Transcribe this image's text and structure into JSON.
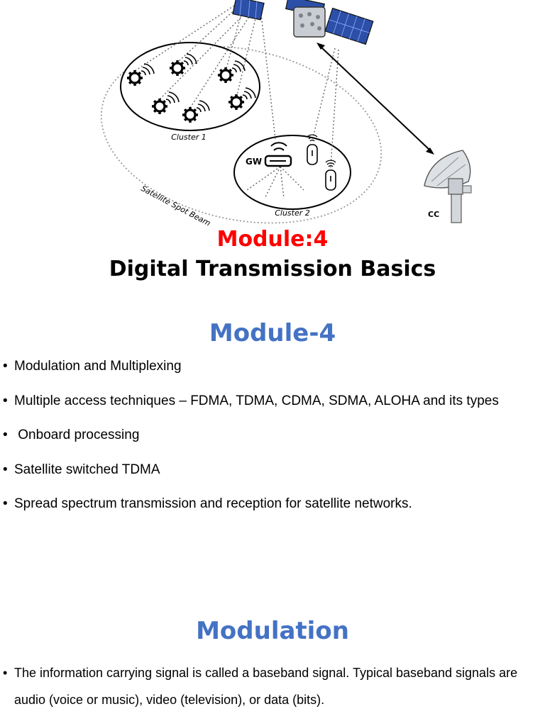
{
  "figure": {
    "cluster1_label": "Cluster 1",
    "cluster2_label": "Cluster 2",
    "gw_label": "GW",
    "cc_label": "CC",
    "beam_label": "Satellite Spot Beam"
  },
  "slide1": {
    "module_label": "Module:4",
    "title": "Digital Transmission Basics"
  },
  "slide2": {
    "heading": "Module-4",
    "bullets": [
      "Modulation and Multiplexing",
      "Multiple access techniques – FDMA, TDMA, CDMA, SDMA, ALOHA and its types",
      " Onboard processing",
      "Satellite switched TDMA",
      "Spread spectrum transmission and reception for satellite networks."
    ]
  },
  "slide3": {
    "heading": "Modulation",
    "bullets": [
      "The information carrying signal is called a baseband signal. Typical baseband signals are audio (voice or music), video (television), or data (bits)."
    ]
  },
  "bullet_glyph": "•",
  "colors": {
    "module_red": "#ff0000",
    "heading_blue": "#4472c4"
  }
}
